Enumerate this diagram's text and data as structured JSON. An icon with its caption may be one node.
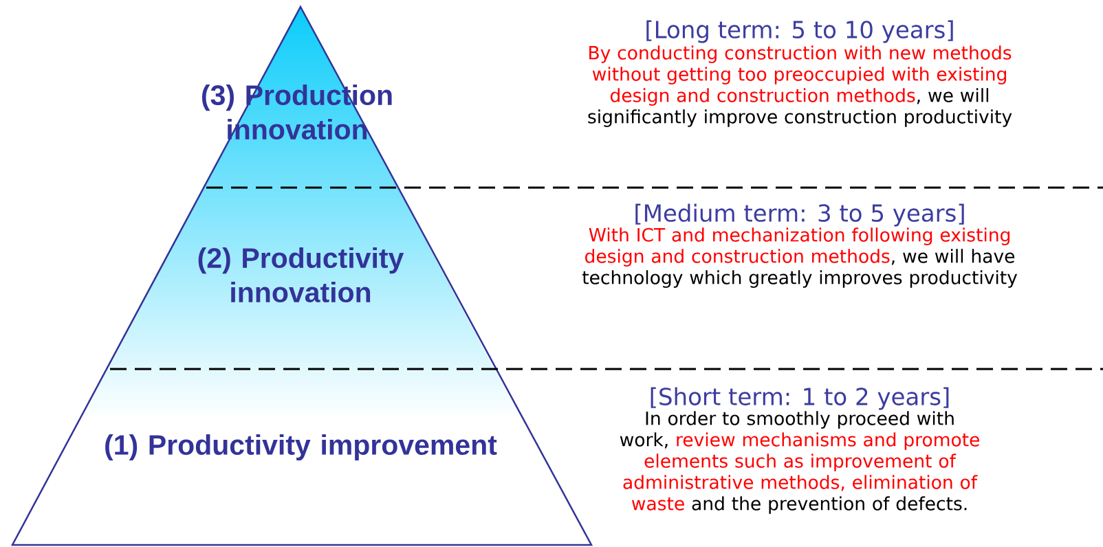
{
  "diagram": {
    "nodes": [
      {
        "text": [
          "(3) Production innovation"
        ]
      },
      {
        "text": [
          "(2) Productivity innovation"
        ]
      },
      {
        "text": [
          "(1) Productivity improvement"
        ]
      }
    ],
    "labels": [
      "[Long term: 5 to 10 years]",
      "By conducting construction with new methods without getting too preoccupied with existing design and construction methods",
      ", we will significantly improve construction productivity",
      "[Medium term: 3 to 5 years]",
      "With ICT and mechanization following existing design and construction methods",
      ", we will have technology which greatly improves productivity",
      "[Short term: 1 to 2 years]",
      "In order to smoothly proceed with work,",
      "review mechanisms and promote elements such as improvement of administrative methods, elimination of waste",
      "and the prevention of defects."
    ]
  }
}
